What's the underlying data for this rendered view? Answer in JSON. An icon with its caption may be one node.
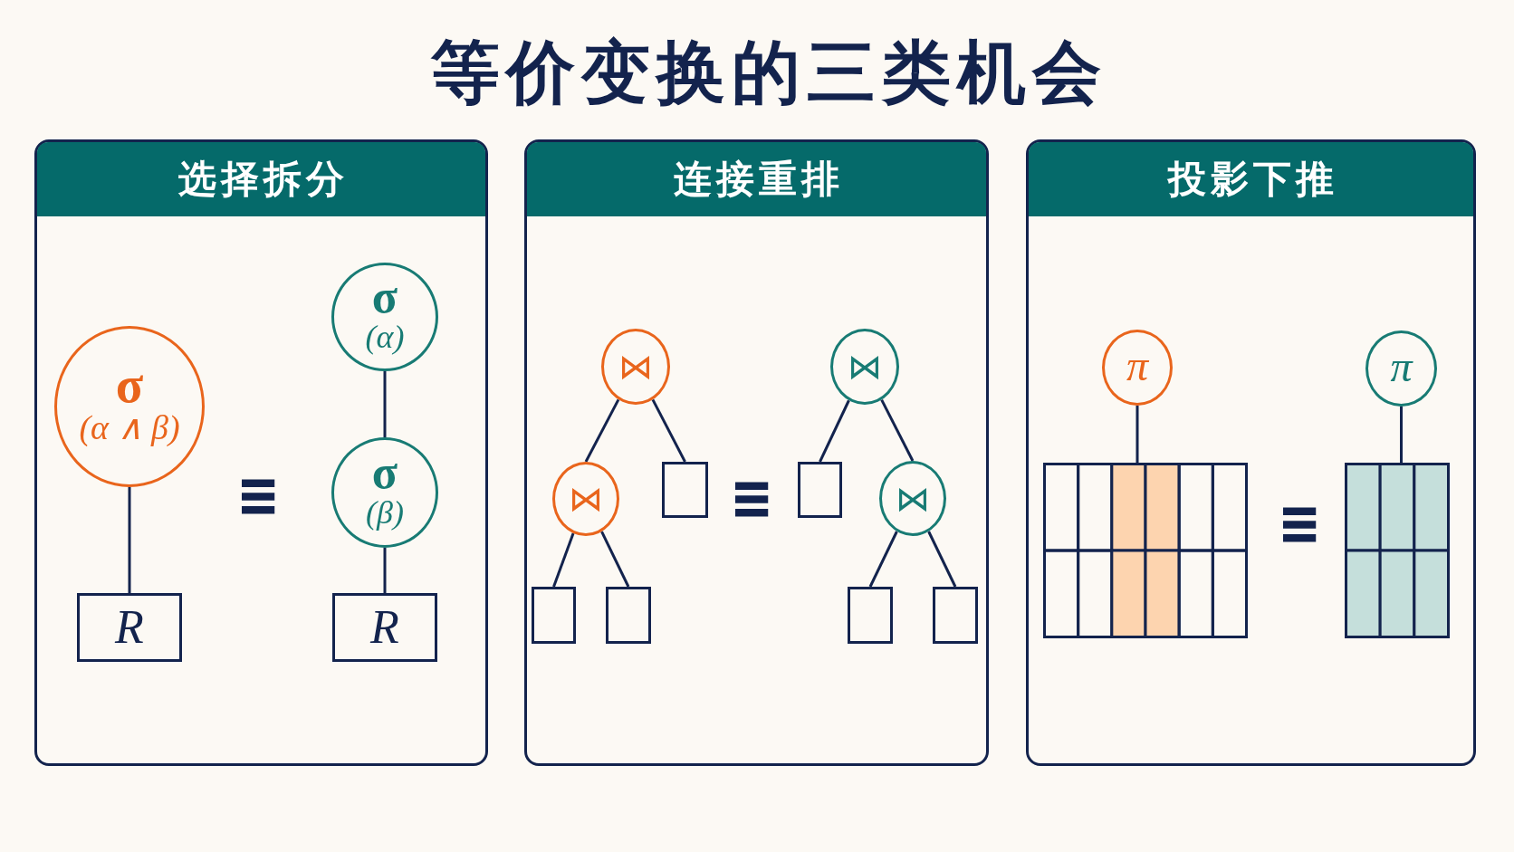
{
  "diagram": {
    "title": "等价变换的三类机会",
    "nodes": [
      {
        "text": [
          "选择拆分"
        ]
      },
      {
        "text": [
          "σ",
          "(α ∧ β)"
        ],
        "in": 0
      },
      {
        "text": [
          "R"
        ],
        "in": 0
      },
      {
        "text": [
          "σ",
          "(α)"
        ],
        "in": 0
      },
      {
        "text": [
          "σ",
          "(β)"
        ],
        "in": 0
      },
      {
        "text": [
          "R"
        ],
        "in": 0
      },
      {
        "text": [
          "连接重排"
        ]
      },
      {
        "text": [
          "⋈"
        ],
        "in": 6
      },
      {
        "text": [
          "⋈"
        ],
        "in": 6
      },
      {
        "text": [],
        "shape": "box",
        "in": 6
      },
      {
        "text": [],
        "shape": "box",
        "in": 6
      },
      {
        "text": [],
        "shape": "box",
        "in": 6
      },
      {
        "text": [
          "⋈"
        ],
        "in": 6
      },
      {
        "text": [],
        "shape": "box",
        "in": 6
      },
      {
        "text": [
          "⋈"
        ],
        "in": 6
      },
      {
        "text": [],
        "shape": "box",
        "in": 6
      },
      {
        "text": [],
        "shape": "box",
        "in": 6
      },
      {
        "text": [
          "投影下推"
        ]
      },
      {
        "text": [
          "π"
        ],
        "in": 17
      },
      {
        "text": [],
        "shape": "table",
        "in": 17
      },
      {
        "text": [
          "π"
        ],
        "in": 17
      },
      {
        "text": [],
        "shape": "table",
        "in": 17
      }
    ],
    "edges": [
      {
        "from": 1,
        "to": 2,
        "arrow": "none"
      },
      {
        "from": 3,
        "to": 4,
        "arrow": "none"
      },
      {
        "from": 4,
        "to": 5,
        "arrow": "none"
      },
      {
        "from": 7,
        "to": 8,
        "arrow": "none"
      },
      {
        "from": 7,
        "to": 9,
        "arrow": "none"
      },
      {
        "from": 8,
        "to": 10,
        "arrow": "none"
      },
      {
        "from": 8,
        "to": 11,
        "arrow": "none"
      },
      {
        "from": 12,
        "to": 13,
        "arrow": "none"
      },
      {
        "from": 12,
        "to": 14,
        "arrow": "none"
      },
      {
        "from": 14,
        "to": 15,
        "arrow": "none"
      },
      {
        "from": 14,
        "to": 16,
        "arrow": "none"
      },
      {
        "from": 18,
        "to": 19,
        "arrow": "none"
      },
      {
        "from": 20,
        "to": 21,
        "arrow": "none"
      }
    ],
    "labels": [
      "≡",
      "≡",
      "≡"
    ]
  }
}
